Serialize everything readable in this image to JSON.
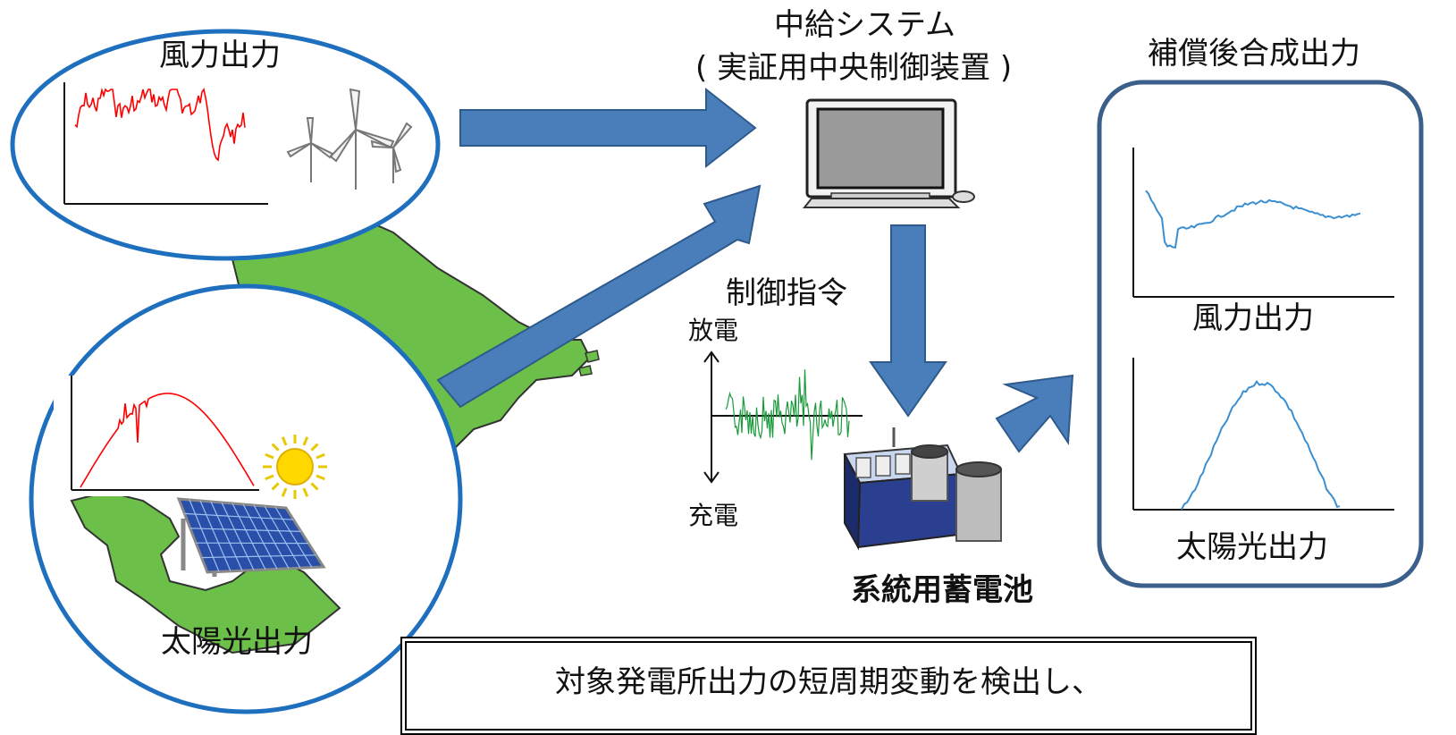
{
  "labels": {
    "wind_output": "風力出力",
    "solar_output": "太陽光出力",
    "relay_system_line1": "中給システム",
    "relay_system_line2": "( 実証用中央制御装置 )",
    "compensated_output": "補償後合成出力",
    "control_command": "制御指令",
    "discharge": "放電",
    "charge": "充電",
    "grid_battery": "系統用蓄電池",
    "right_wind": "風力出力",
    "right_solar": "太陽光出力"
  },
  "caption": "対象発電所出力の短周期変動を検出し、",
  "colors": {
    "ellipse_stroke": "#1f6fbf",
    "arrow_fill": "#4a7ebb",
    "arrow_stroke": "#2e5a8c",
    "map_green": "#6cc04a",
    "raw_signal": "#ff0000",
    "command_signal": "#1a9a3a",
    "compensated_signal": "#3b8fd0",
    "panel_border": "#3a5f8a"
  }
}
